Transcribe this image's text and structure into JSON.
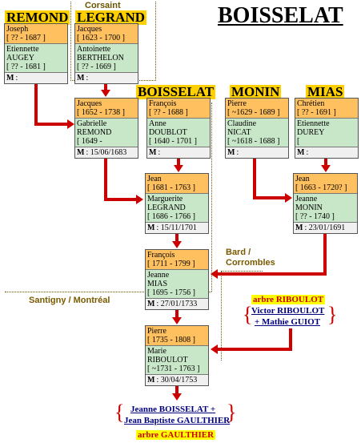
{
  "title": "BOISSELAT",
  "families": {
    "remond": "REMOND",
    "legrand": "LEGRAND",
    "corsaint": "Corsaint",
    "boisselat": "BOISSELAT",
    "monin": "MONIN",
    "mias": "MIAS"
  },
  "places": {
    "santigny": "Santigny / Montréal",
    "bard1": "Bard /",
    "bard2": "Corrombles"
  },
  "cards": {
    "c1": {
      "m": [
        "Joseph",
        "[ ?? - 1687 ]"
      ],
      "f": [
        "Etiennette",
        "AUGEY",
        "[ ?? - 1681 ]"
      ],
      "mar": ""
    },
    "c2": {
      "m": [
        "Jacques",
        "[ 1623 - 1700 ]"
      ],
      "f": [
        "Antoinette",
        "BERTHELON",
        "[ ?? - 1669 ]"
      ],
      "mar": ""
    },
    "c3": {
      "m": [
        "Jacques",
        "[ 1652 - 1738 ]"
      ],
      "f": [
        "Gabrielle",
        "REMOND",
        "[ 1649 -"
      ],
      "mar": "15/06/1683"
    },
    "c4": {
      "m": [
        "François",
        "[ ?? - 1688 ]"
      ],
      "f": [
        "Anne",
        "DOUBLOT",
        "[ 1640 - 1701 ]"
      ],
      "mar": ""
    },
    "c5": {
      "m": [
        "Pierre",
        "[ ~1629 - 1689 ]"
      ],
      "f": [
        "Claudine",
        "NICAT",
        "[ ~1618 - 1688 ]"
      ],
      "mar": ""
    },
    "c6": {
      "m": [
        "Chrétien",
        "[ ?? - 1691 ]"
      ],
      "f": [
        "Etiennette",
        "DUREY",
        "["
      ],
      "mar": ""
    },
    "c7": {
      "m": [
        "Jean",
        "[ 1681 - 1763 ]"
      ],
      "f": [
        "Marguerite",
        "LEGRAND",
        "[ 1686 - 1766 ]"
      ],
      "mar": "15/11/1701"
    },
    "c8": {
      "m": [
        "Jean",
        "[ 1663 - 1720? ]"
      ],
      "f": [
        "Jeanne",
        "MONIN",
        "[ ?? - 1740 ]"
      ],
      "mar": "23/01/1691"
    },
    "c9": {
      "m": [
        "François",
        "[ 1711 - 1799 ]"
      ],
      "f": [
        "Jeanne",
        "MIAS",
        "[ 1695 - 1756 ]"
      ],
      "mar": "27/01/1733"
    },
    "c10": {
      "m": [
        "Pierre",
        "[ 1735 - 1808 ]"
      ],
      "f": [
        "Marie",
        "RIBOULOT",
        "[ ~1731 - 1763 ]"
      ],
      "mar": "30/04/1753"
    }
  },
  "marriage_label": "M",
  "riboulot": {
    "tree": "arbre RIBOULOT",
    "line1": "Victor RIBOULOT",
    "line2": "+ Mathie GUIOT"
  },
  "gaulthier": {
    "line1": "Jeanne BOISSELAT +",
    "line2": "Jean Baptiste GAULTHIER",
    "tree": "arbre GAULTHIER"
  },
  "colors": {
    "male": "#ffc060",
    "female": "#c8e6c8",
    "arrow": "#cc0000",
    "family_label": "#ffd000"
  }
}
